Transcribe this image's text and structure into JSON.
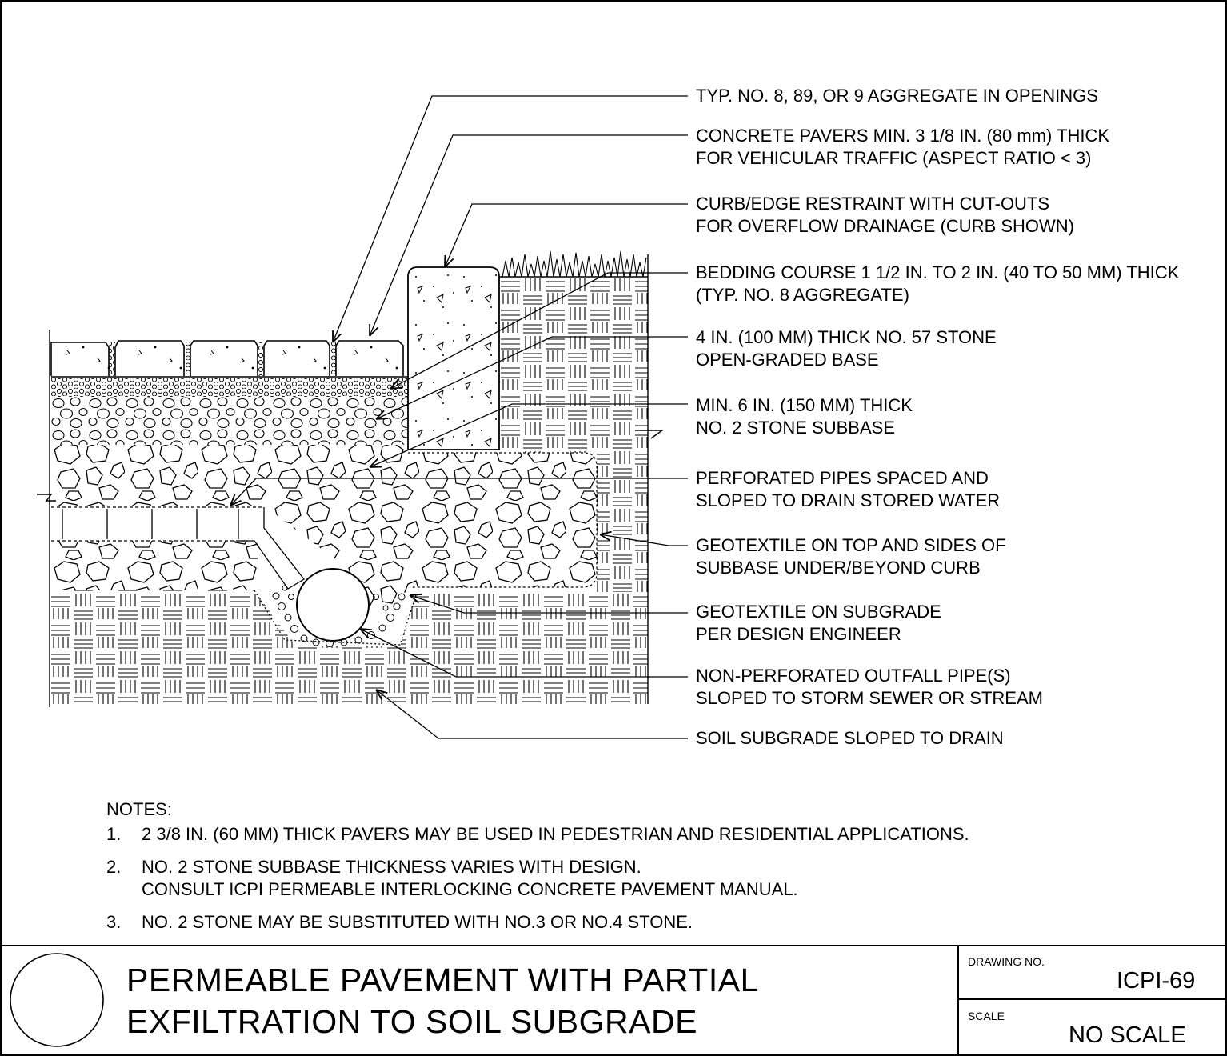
{
  "callouts": [
    {
      "line1": "TYP. NO. 8, 89, OR 9 AGGREGATE IN OPENINGS",
      "line2": ""
    },
    {
      "line1": "CONCRETE PAVERS MIN. 3 1/8 IN. (80 mm) THICK",
      "line2": "FOR VEHICULAR TRAFFIC (ASPECT RATIO < 3)"
    },
    {
      "line1": "CURB/EDGE RESTRAINT WITH CUT-OUTS",
      "line2": "FOR OVERFLOW DRAINAGE (CURB SHOWN)"
    },
    {
      "line1": "BEDDING COURSE 1 1/2 IN. TO 2 IN. (40 TO 50 MM) THICK",
      "line2": "(TYP. NO. 8 AGGREGATE)"
    },
    {
      "line1": "4 IN. (100 MM) THICK NO. 57 STONE",
      "line2": "OPEN-GRADED BASE"
    },
    {
      "line1": "MIN. 6 IN. (150 MM) THICK",
      "line2": "NO. 2 STONE SUBBASE"
    },
    {
      "line1": "PERFORATED PIPES SPACED AND",
      "line2": "SLOPED TO DRAIN STORED WATER"
    },
    {
      "line1": "GEOTEXTILE ON TOP AND SIDES OF",
      "line2": "SUBBASE UNDER/BEYOND CURB"
    },
    {
      "line1": "GEOTEXTILE ON SUBGRADE",
      "line2": "PER DESIGN ENGINEER"
    },
    {
      "line1": "NON-PERFORATED OUTFALL PIPE(S)",
      "line2": "SLOPED TO STORM SEWER OR STREAM"
    },
    {
      "line1": "SOIL SUBGRADE SLOPED TO DRAIN",
      "line2": ""
    }
  ],
  "notes": {
    "heading": "NOTES:",
    "items": [
      {
        "num": "1.",
        "line1": "2 3/8 IN. (60 MM) THICK PAVERS MAY BE USED IN PEDESTRIAN AND RESIDENTIAL APPLICATIONS.",
        "line2": ""
      },
      {
        "num": "2.",
        "line1": "NO. 2 STONE SUBBASE THICKNESS VARIES WITH DESIGN.",
        "line2": "CONSULT ICPI PERMEABLE INTERLOCKING CONCRETE PAVEMENT MANUAL."
      },
      {
        "num": "3.",
        "line1": "NO. 2 STONE MAY BE SUBSTITUTED WITH NO.3 OR NO.4 STONE.",
        "line2": ""
      }
    ]
  },
  "title_block": {
    "title_line1": "PERMEABLE PAVEMENT WITH PARTIAL",
    "title_line2": "EXFILTRATION TO SOIL SUBGRADE",
    "drawing_no_label": "DRAWING NO.",
    "drawing_no": "ICPI-69",
    "scale_label": "SCALE",
    "scale": "NO SCALE"
  }
}
